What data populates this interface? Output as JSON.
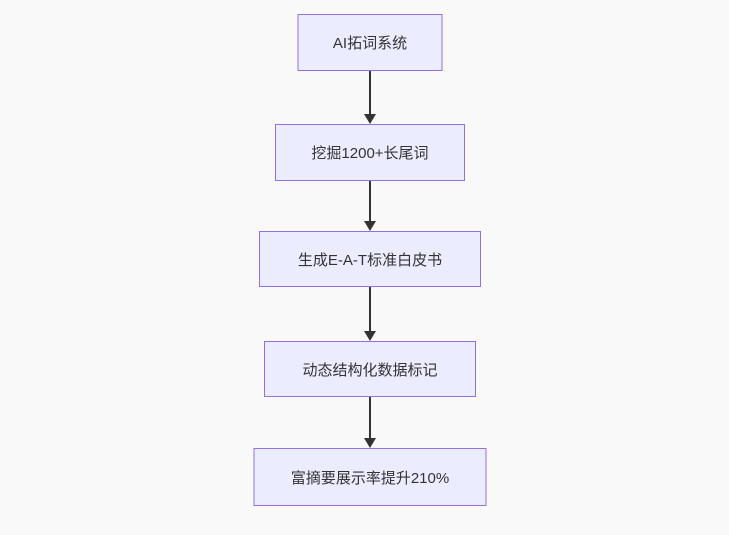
{
  "page": {
    "background_color": "#f9f9f9"
  },
  "flowchart": {
    "type": "flowchart",
    "direction": "top-down",
    "style": {
      "node_fill": "#ECECFF",
      "node_border": "#9370DB",
      "node_text_color": "#333333",
      "arrow_color": "#333333"
    },
    "nodes": [
      {
        "id": "node-1",
        "label": "AI拓词系统"
      },
      {
        "id": "node-2",
        "label": "挖掘1200+长尾词"
      },
      {
        "id": "node-3",
        "label": "生成E-A-T标准白皮书"
      },
      {
        "id": "node-4",
        "label": "动态结构化数据标记"
      },
      {
        "id": "node-5",
        "label": "富摘要展示率提升210%"
      }
    ],
    "edges": [
      {
        "from": "node-1",
        "to": "node-2"
      },
      {
        "from": "node-2",
        "to": "node-3"
      },
      {
        "from": "node-3",
        "to": "node-4"
      },
      {
        "from": "node-4",
        "to": "node-5"
      }
    ]
  }
}
